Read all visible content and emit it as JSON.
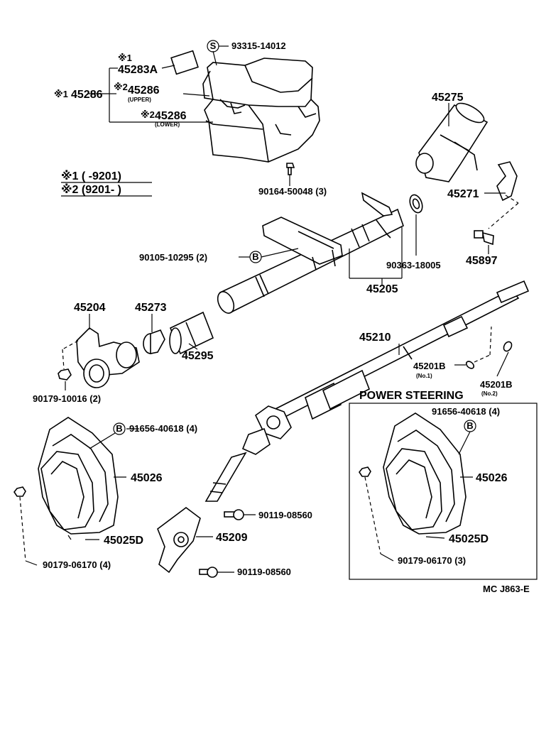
{
  "labels": {
    "p93315": "93315-14012",
    "s_mark": "S",
    "b_mark": "B",
    "note_star1_small": "※1",
    "p45283A": "45283A",
    "star1_left": "※1",
    "p45286_main": "45286",
    "star2_upper": "※2",
    "p45286_upper": "45286",
    "upper_text": "(UPPER)",
    "star2_lower": "※2",
    "p45286_lower": "45286",
    "lower_text": "(LOWER)",
    "legend1": "※1 (        -9201)",
    "legend2": "※2 (9201-        )",
    "p90164": "90164-50048 (3)",
    "p45275": "45275",
    "p45271": "45271",
    "p45897": "45897",
    "p90363": "90363-18005",
    "p90105": "90105-10295 (2)",
    "p45205": "45205",
    "p45204": "45204",
    "p45273": "45273",
    "p45295": "45295",
    "p45210": "45210",
    "p90179_10016": "90179-10016 (2)",
    "p45201B_1": "45201B",
    "no1": "(No.1)",
    "p45201B_2": "45201B",
    "no2": "(No.2)",
    "power_steering": "POWER STEERING",
    "p91656_left": "91656-40618 (4)",
    "p91656_right": "91656-40618 (4)",
    "p45026_left": "45026",
    "p45026_right": "45026",
    "p45025D_left": "45025D",
    "p45025D_right": "45025D",
    "p90179_06170_left": "90179-06170 (4)",
    "p90179_06170_right": "90179-06170 (3)",
    "p90119_a": "90119-08560",
    "p90119_b": "90119-08560",
    "p45209": "45209",
    "code": "MC J863-E"
  }
}
